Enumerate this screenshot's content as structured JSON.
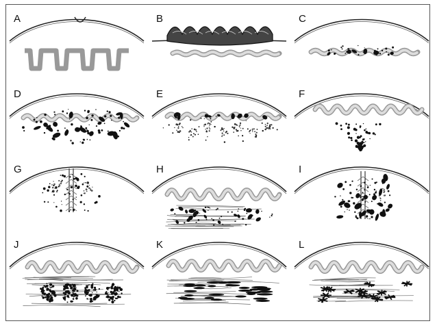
{
  "figure": {
    "panels": [
      {
        "label": "A",
        "dermis": "none",
        "epidermis": "invaginated papillae",
        "infiltrate": "none"
      },
      {
        "label": "B",
        "dermis": "none",
        "epidermis": "thickened crust on surface",
        "infiltrate": "none"
      },
      {
        "label": "C",
        "dermis": "none",
        "epidermis": "wavy",
        "infiltrate": "few dark cells at junction"
      },
      {
        "label": "D",
        "dermis": "none",
        "epidermis": "wavy",
        "infiltrate": "dense dark nodules and dots"
      },
      {
        "label": "E",
        "dermis": "none",
        "epidermis": "wavy",
        "infiltrate": "junctional cells with dermal clusters"
      },
      {
        "label": "F",
        "dermis": "none",
        "epidermis": "wavy",
        "infiltrate": "wedge of dots in dermis"
      },
      {
        "label": "G",
        "dermis": "none",
        "epidermis": "with follicle",
        "infiltrate": "dots around follicle"
      },
      {
        "label": "H",
        "dermis": "fibrous band",
        "epidermis": "wavy",
        "infiltrate": "dark cells in band"
      },
      {
        "label": "I",
        "dermis": "none",
        "epidermis": "with follicle",
        "infiltrate": "dense elongated cells around follicle"
      },
      {
        "label": "J",
        "dermis": "fibrous band",
        "epidermis": "wavy",
        "infiltrate": "dark clusters in band"
      },
      {
        "label": "K",
        "dermis": "fibrous band",
        "epidermis": "wavy",
        "infiltrate": "dark elongated streaks"
      },
      {
        "label": "L",
        "dermis": "fibrous band",
        "epidermis": "wavy",
        "infiltrate": "dark star-shaped cells"
      }
    ]
  }
}
